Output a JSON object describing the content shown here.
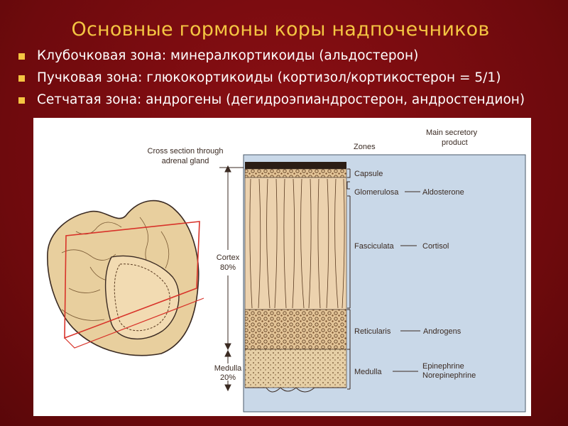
{
  "slide": {
    "title": "Основные гормоны коры надпочечников",
    "bullets": [
      "Клубочковая зона: минералкортикоиды (альдостерон)",
      "Пучковая зона: глюкокортикоиды (кортизол/кортикостерон = 5/1)",
      "Сетчатая зона: андрогены (дегидроэпиандростерон, андростендион)"
    ]
  },
  "figure": {
    "cross_section_label": [
      "Cross section through",
      "adrenal gland"
    ],
    "zones_header": "Zones",
    "product_header": [
      "Main secretory",
      "product"
    ],
    "cortex_label": [
      "Cortex",
      "80%"
    ],
    "medulla_label": [
      "Medulla",
      "20%"
    ],
    "zones": [
      {
        "name": "Capsule",
        "product": ""
      },
      {
        "name": "Glomerulosa",
        "product": "Aldosterone"
      },
      {
        "name": "Fasciculata",
        "product": "Cortisol"
      },
      {
        "name": "Reticularis",
        "product": "Androgens"
      },
      {
        "name": "Medulla",
        "product": "Epinephrine"
      }
    ],
    "medulla_product_2": "Norepinephrine"
  },
  "colors": {
    "background": "#7a0b0f",
    "title": "#f4c542",
    "bullet_text": "#ffffff",
    "panel_blue": "#c9d8e8",
    "tissue": "#e8c9a0",
    "outline": "#3a2a22",
    "section_plane": "#d8332a"
  }
}
